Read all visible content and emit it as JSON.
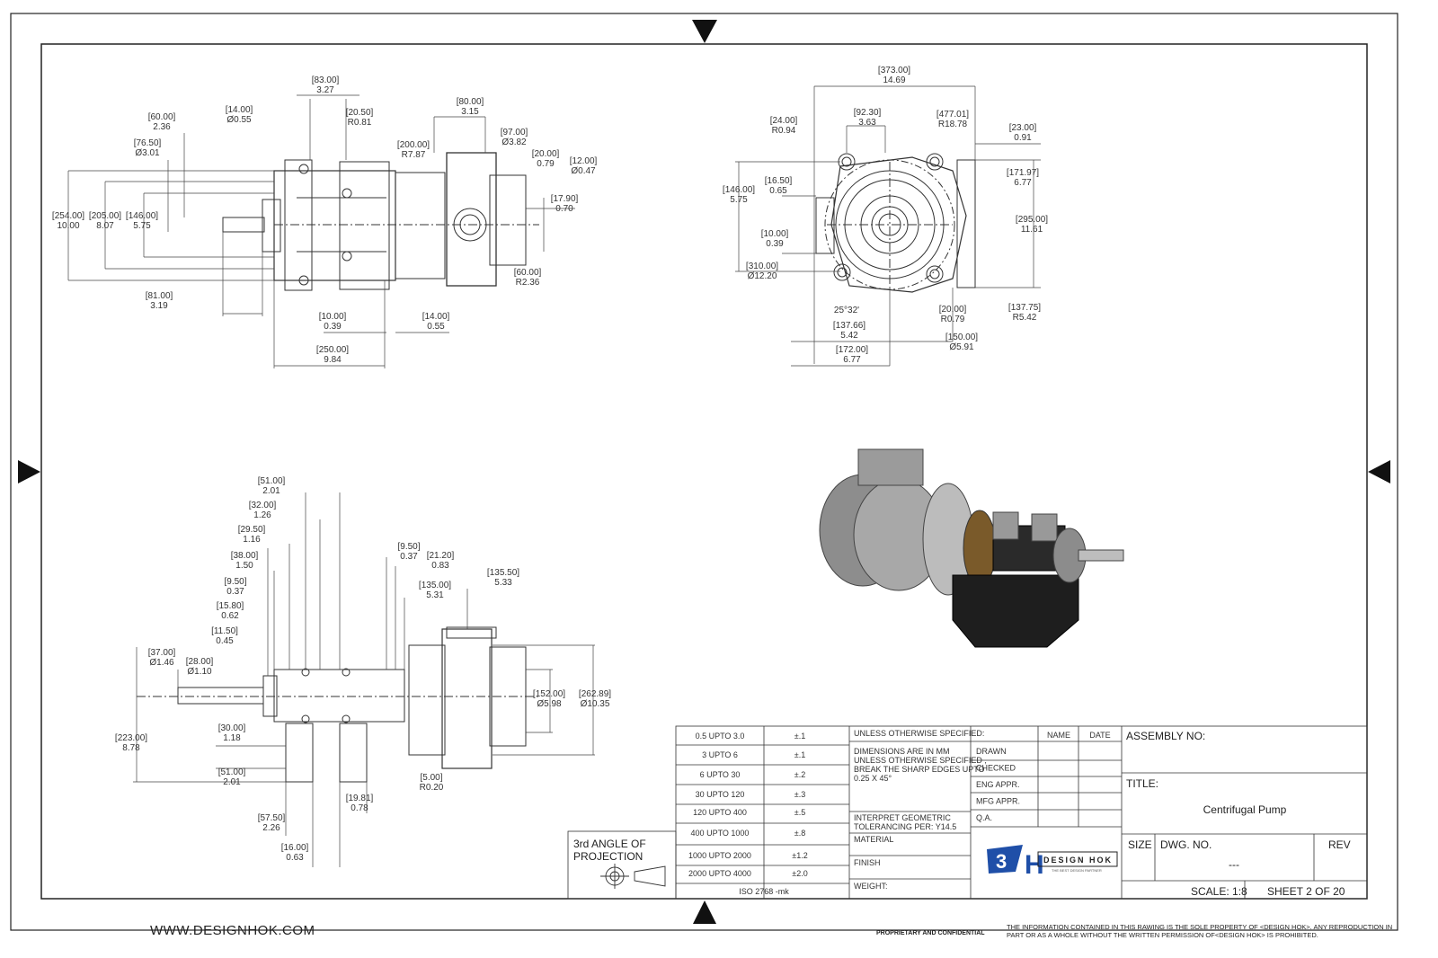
{
  "website": "WWW.DESIGNHOK.COM",
  "proprietary": "PROPRIETARY AND CONFIDENTIAL",
  "notice": "THE INFORMATION CONTAINED IN THIS RAWING IS THE SOLE PROPERTY OF <DESIGN HOK>.  ANY REPRODUCTION IN PART OR AS A WHOLE WITHOUT THE WRITTEN PERMISSION OF<DESIGN HOK> IS PROHIBITED.",
  "tolerances": [
    {
      "range": "0.5 UPTO 3.0",
      "tol": "±.1"
    },
    {
      "range": "3 UPTO 6",
      "tol": "±.1"
    },
    {
      "range": "6 UPTO 30",
      "tol": "±.2"
    },
    {
      "range": "30 UPTO 120",
      "tol": "±.3"
    },
    {
      "range": "120 UPTO 400",
      "tol": "±.5"
    },
    {
      "range": "400 UPTO 1000",
      "tol": "±.8"
    },
    {
      "range": "1000 UPTO 2000",
      "tol": "±1.2"
    },
    {
      "range": "2000 UPTO 4000",
      "tol": "±2.0"
    }
  ],
  "iso_note": "ISO 2768 -mk",
  "projection": [
    "3rd ANGLE OF",
    "PROJECTION"
  ],
  "notes": {
    "header": "UNLESS OTHERWISE SPECIFIED:",
    "dimensions": [
      "DIMENSIONS ARE IN MM",
      "UNLESS OTHERWISE SPECIFIED ,",
      "BREAK THE SHARP EDGES UPTO",
      "0.25 X 45°"
    ],
    "interpret": [
      "INTERPRET GEOMETRIC",
      "TOLERANCING PER: Y14.5"
    ],
    "material": "MATERIAL",
    "finish": "FINISH",
    "weight": "WEIGHT:"
  },
  "approvals": {
    "name_header": "NAME",
    "date_header": "DATE",
    "rows": [
      "DRAWN",
      "CHECKED",
      "ENG APPR.",
      "MFG APPR.",
      "Q.A."
    ]
  },
  "logo_text": "DESIGN HOK",
  "logo_tagline": "THE BEST DESIGN PARTNER",
  "title_block": {
    "assembly_label": "ASSEMBLY NO:",
    "title_label": "TITLE:",
    "title_value": "Centrifugal Pump",
    "size_label": "SIZE",
    "dwg_label": "DWG.  NO.",
    "dwg_value": "---",
    "rev_label": "REV",
    "scale": "SCALE: 1:8",
    "sheet": "SHEET 2 OF 20"
  },
  "views": {
    "top_left_dims": [
      [
        "[83.00]",
        "3.27"
      ],
      [
        "[14.00]",
        "Ø0.55"
      ],
      [
        "[20.50]",
        "R0.81"
      ],
      [
        "[60.00]",
        "2.36"
      ],
      [
        "[76.50]",
        "Ø3.01"
      ],
      [
        "[200.00]",
        "R7.87"
      ],
      [
        "[80.00]",
        "3.15"
      ],
      [
        "[97.00]",
        "Ø3.82"
      ],
      [
        "[20.00]",
        "0.79"
      ],
      [
        "[12.00]",
        "Ø0.47"
      ],
      [
        "[17.90]",
        "0.70"
      ],
      [
        "[254.00]",
        "10.00"
      ],
      [
        "[205.00]",
        "8.07"
      ],
      [
        "[146.00]",
        "5.75"
      ],
      [
        "[60.00]",
        "R2.36"
      ],
      [
        "[81.00]",
        "3.19"
      ],
      [
        "[10.00]",
        "0.39"
      ],
      [
        "[14.00]",
        "0.55"
      ],
      [
        "[250.00]",
        "9.84"
      ]
    ],
    "top_right_dims": [
      [
        "[373.00]",
        "14.69"
      ],
      [
        "[24.00]",
        "R0.94"
      ],
      [
        "[92.30]",
        "3.63"
      ],
      [
        "[477.01]",
        "R18.78"
      ],
      [
        "[23.00]",
        "0.91"
      ],
      [
        "[16.50]",
        "0.65"
      ],
      [
        "[146.00]",
        "5.75"
      ],
      [
        "[171.97]",
        "6.77"
      ],
      [
        "[295.00]",
        "11.61"
      ],
      [
        "[10.00]",
        "0.39"
      ],
      [
        "[310.00]",
        "Ø12.20"
      ],
      [
        "[20.00]",
        "R0.79"
      ],
      [
        "[137.75]",
        "R5.42"
      ],
      [
        "[137.66]",
        "5.42"
      ],
      [
        "[150.00]",
        "Ø5.91"
      ],
      [
        "[172.00]",
        "6.77"
      ]
    ],
    "angle_label": "25°32'",
    "bottom_left_dims": [
      [
        "[51.00]",
        "2.01"
      ],
      [
        "[32.00]",
        "1.26"
      ],
      [
        "[29.50]",
        "1.16"
      ],
      [
        "[38.00]",
        "1.50"
      ],
      [
        "[9.50]",
        "0.37"
      ],
      [
        "[15.80]",
        "0.62"
      ],
      [
        "[11.50]",
        "0.45"
      ],
      [
        "[37.00]",
        "Ø1.46"
      ],
      [
        "[28.00]",
        "Ø1.10"
      ],
      [
        "[9.50]",
        "0.37"
      ],
      [
        "[21.20]",
        "0.83"
      ],
      [
        "[135.50]",
        "5.33"
      ],
      [
        "[135.00]",
        "5.31"
      ],
      [
        "[152.00]",
        "Ø5.98"
      ],
      [
        "[262.89]",
        "Ø10.35"
      ],
      [
        "[223.00]",
        "8.78"
      ],
      [
        "[30.00]",
        "1.18"
      ],
      [
        "[51.00]",
        "2.01"
      ],
      [
        "[5.00]",
        "R0.20"
      ],
      [
        "[19.81]",
        "0.78"
      ],
      [
        "[57.50]",
        "2.26"
      ],
      [
        "[16.00]",
        "0.63"
      ]
    ]
  }
}
